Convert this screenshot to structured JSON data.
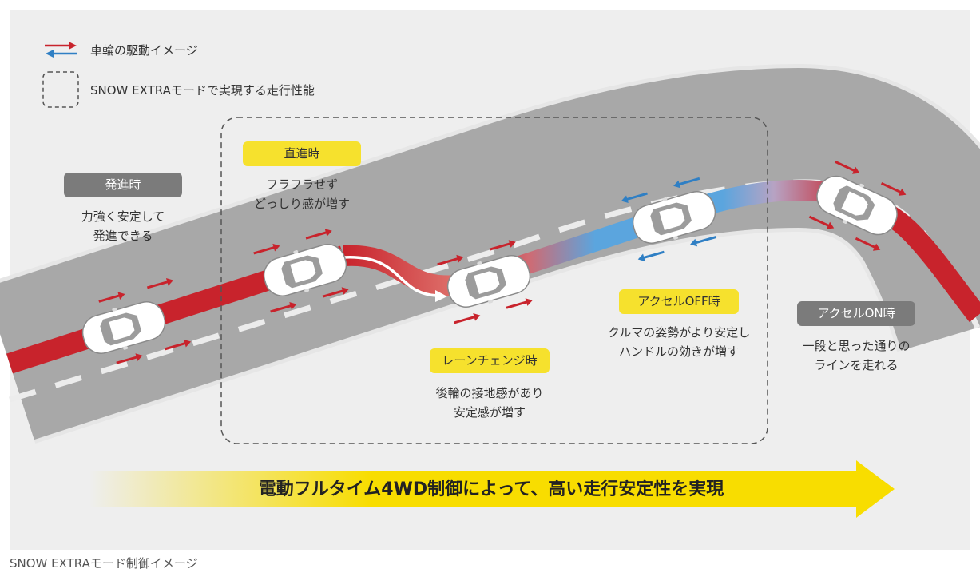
{
  "legend": {
    "drive_label": "車輪の駆動イメージ",
    "extra_label": "SNOW EXTRAモードで実現する走行性能"
  },
  "stages": [
    {
      "badge": "発進時",
      "badge_style": "gray",
      "lines": [
        "力強く安定して",
        "発進できる"
      ]
    },
    {
      "badge": "直進時",
      "badge_style": "yellow",
      "lines": [
        "フラフラせず",
        "どっしり感が増す"
      ]
    },
    {
      "badge": "レーンチェンジ時",
      "badge_style": "yellow",
      "lines": [
        "後輪の接地感があり",
        "安定感が増す"
      ]
    },
    {
      "badge": "アクセルOFF時",
      "badge_style": "yellow",
      "lines": [
        "クルマの姿勢がより安定し",
        "ハンドルの効きが増す"
      ]
    },
    {
      "badge": "アクセルON時",
      "badge_style": "gray",
      "lines": [
        "一段と思った通りの",
        "ラインを走れる"
      ]
    }
  ],
  "banner": "電動フルタイム4WD制御によって、高い走行安定性を実現",
  "caption": "SNOW EXTRAモード制御イメージ",
  "colors": {
    "panel_bg": "#eeeeee",
    "road": "#a8a8a8",
    "road_edge": "#e6e6e6",
    "drive_red": "#c8232c",
    "drive_blue": "#2f7fc4",
    "highlight_yellow": "#f6e12d",
    "banner_yellow": "#f8dd00"
  }
}
